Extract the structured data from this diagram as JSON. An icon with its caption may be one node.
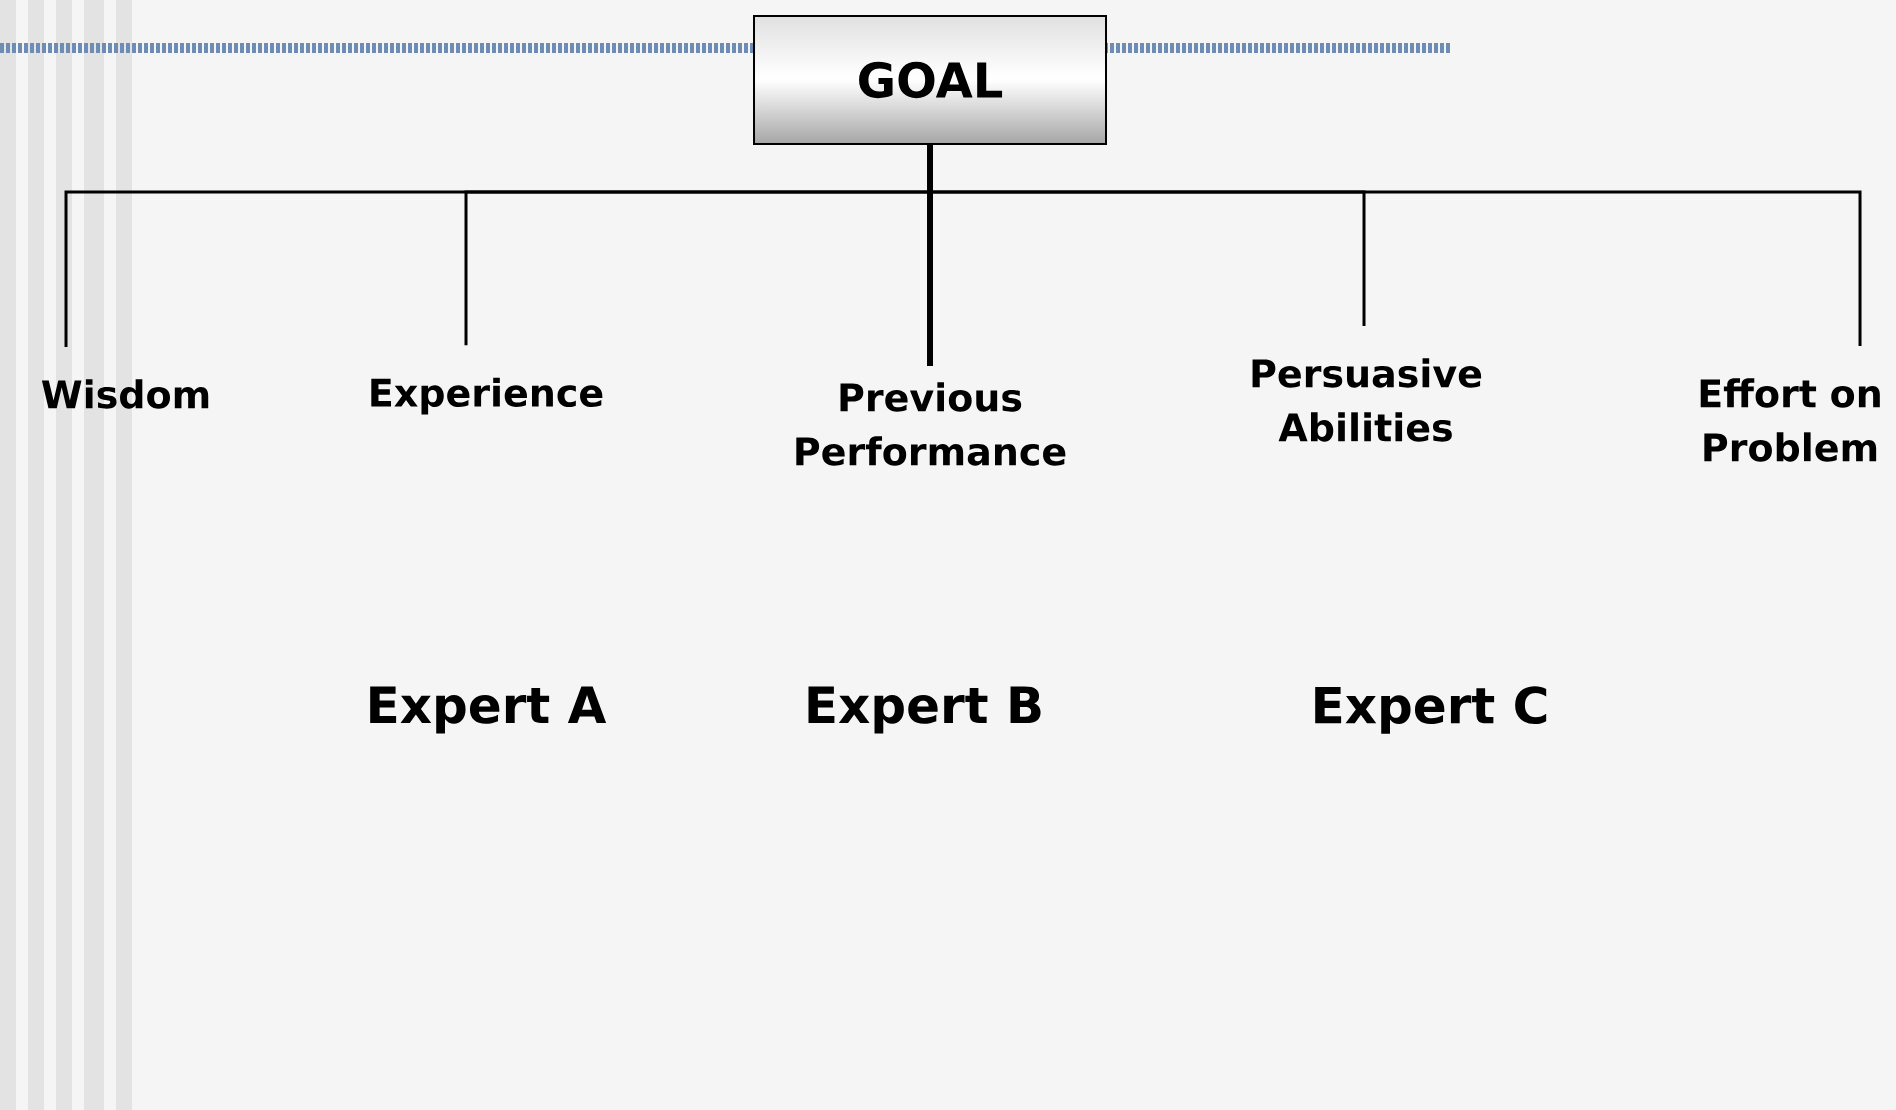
{
  "diagram": {
    "nodes": [
      {
        "text": [
          "GOAL"
        ]
      },
      {
        "text": [
          "Wisdom"
        ]
      },
      {
        "text": [
          "Experience"
        ]
      },
      {
        "text": [
          "Previous Performance"
        ]
      },
      {
        "text": [
          "Persuasive Abilities"
        ]
      },
      {
        "text": [
          "Effort on Problem"
        ]
      }
    ],
    "edges": [
      {
        "from": 0,
        "to": 1,
        "arrow": "none"
      },
      {
        "from": 0,
        "to": 2,
        "arrow": "none"
      },
      {
        "from": 0,
        "to": 3,
        "arrow": "none",
        "style": "thick"
      },
      {
        "from": 0,
        "to": 4,
        "arrow": "none"
      },
      {
        "from": 0,
        "to": 5,
        "arrow": "none"
      }
    ],
    "labels": [
      "Expert A",
      "Expert B",
      "Expert C"
    ]
  }
}
